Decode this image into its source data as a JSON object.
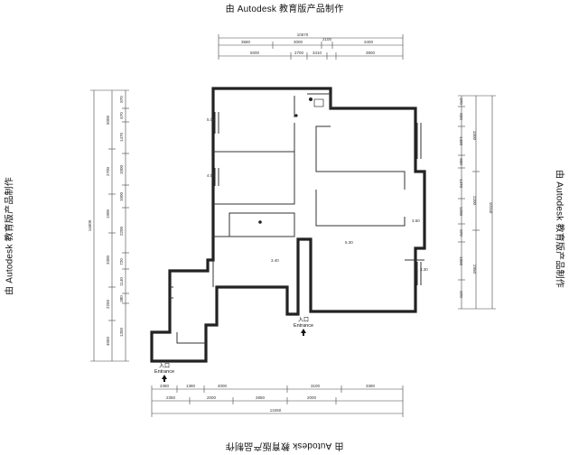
{
  "watermark": {
    "top": "由 Autodesk 教育版产品制作",
    "bottom": "由 Autodesk 教育版产品制作",
    "left": "由 Autodesk 教育版产品制作",
    "right": "由 Autodesk 教育版产品制作"
  },
  "entrances": [
    {
      "cn": "入口",
      "en": "Entrance"
    },
    {
      "cn": "入口",
      "en": "Entrance"
    }
  ],
  "dimensions": {
    "top_overall": "10570",
    "top_row1": [
      "3580",
      "3000",
      "2100",
      "3400"
    ],
    "top_row2": [
      "5000",
      "2700",
      "3410",
      "3900"
    ],
    "bottom_row1": [
      "2380",
      "1380",
      "4000",
      "3100",
      "3380"
    ],
    "bottom_row2": [
      "2350",
      "2000",
      "2850",
      "2000"
    ],
    "bottom_overall": "13450",
    "left_overall": "14600",
    "left_row1": [
      "5000",
      "2700",
      "1900",
      "3300",
      "2250",
      "4050"
    ],
    "left_row2": [
      "870",
      "670",
      "1470",
      "1000",
      "1000",
      "2200",
      "720",
      "1140",
      "380",
      "1350"
    ],
    "right_overall": "10150",
    "right_row1": [
      "3300",
      "2200",
      "2950"
    ],
    "right_row2": [
      "370",
      "820",
      "1400",
      "600",
      "1470",
      "1200",
      "870",
      "1800",
      "670"
    ]
  },
  "room_labels": [
    "5.00",
    "4.50",
    "3.40",
    "5.30",
    "3.60",
    "3.30"
  ]
}
